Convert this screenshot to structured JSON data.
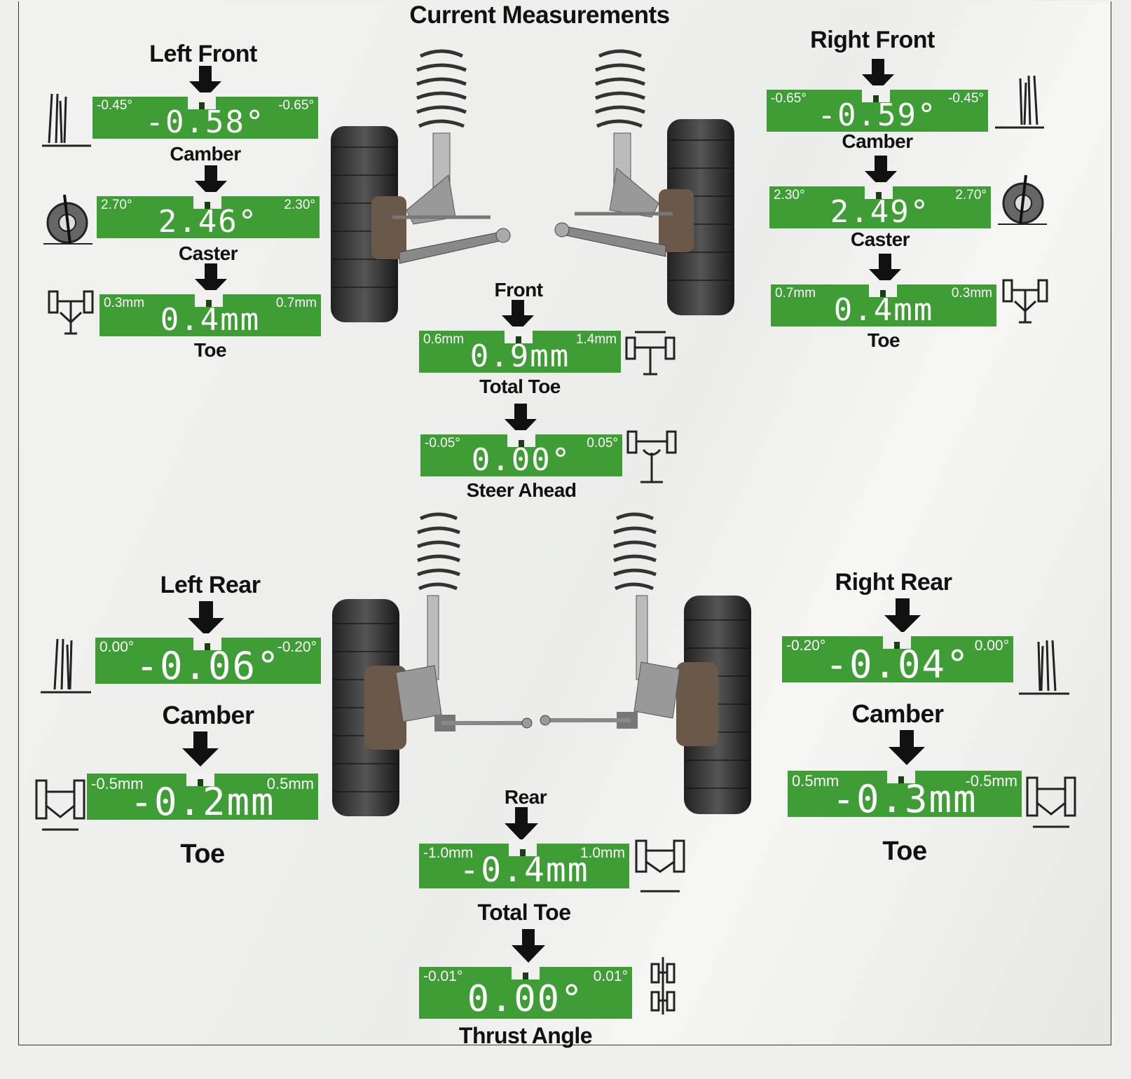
{
  "title": "Current Measurements",
  "sections": {
    "left_front": "Left Front",
    "right_front": "Right Front",
    "left_rear": "Left Rear",
    "right_rear": "Right Rear",
    "front": "Front",
    "rear": "Rear"
  },
  "gauges": {
    "lf_camber": {
      "label": "Camber",
      "min": "-0.45°",
      "max": "-0.65°",
      "value": "-0.58°"
    },
    "lf_caster": {
      "label": "Caster",
      "min": "2.70°",
      "max": "2.30°",
      "value": "2.46°"
    },
    "lf_toe": {
      "label": "Toe",
      "min": "0.3mm",
      "max": "0.7mm",
      "value": "0.4mm"
    },
    "rf_camber": {
      "label": "Camber",
      "min": "-0.65°",
      "max": "-0.45°",
      "value": "-0.59°"
    },
    "rf_caster": {
      "label": "Caster",
      "min": "2.30°",
      "max": "2.70°",
      "value": "2.49°"
    },
    "rf_toe": {
      "label": "Toe",
      "min": "0.7mm",
      "max": "0.3mm",
      "value": "0.4mm"
    },
    "front_total_toe": {
      "label": "Total Toe",
      "min": "0.6mm",
      "max": "1.4mm",
      "value": "0.9mm"
    },
    "steer_ahead": {
      "label": "Steer Ahead",
      "min": "-0.05°",
      "max": "0.05°",
      "value": "0.00°"
    },
    "lr_camber": {
      "label": "Camber",
      "min": "0.00°",
      "max": "-0.20°",
      "value": "-0.06°"
    },
    "lr_toe": {
      "label": "Toe",
      "min": "-0.5mm",
      "max": "0.5mm",
      "value": "-0.2mm"
    },
    "rr_camber": {
      "label": "Camber",
      "min": "-0.20°",
      "max": "0.00°",
      "value": "-0.04°"
    },
    "rr_toe": {
      "label": "Toe",
      "min": "0.5mm",
      "max": "-0.5mm",
      "value": "-0.3mm"
    },
    "rear_total_toe": {
      "label": "Total Toe",
      "min": "-1.0mm",
      "max": "1.0mm",
      "value": "-0.4mm"
    },
    "thrust_angle": {
      "label": "Thrust Angle",
      "min": "-0.01°",
      "max": "0.01°",
      "value": "0.00°"
    }
  },
  "colors": {
    "gauge_green": "#3f9d35",
    "text": "#111111",
    "marker": "#1c3d16"
  }
}
